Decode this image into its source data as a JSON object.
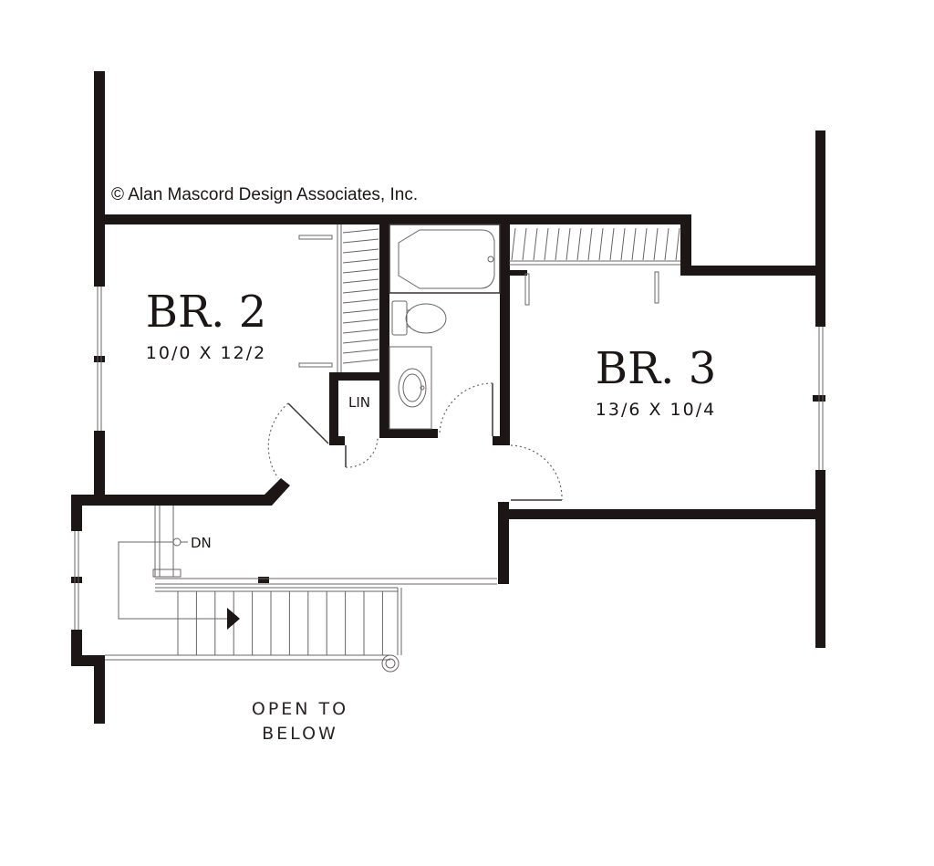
{
  "copyright": "© Alan Mascord Design Associates, Inc.",
  "rooms": {
    "br2": {
      "name": "BR. 2",
      "dims": "10/0 X 12/2"
    },
    "br3": {
      "name": "BR. 3",
      "dims": "13/6 X 10/4"
    }
  },
  "labels": {
    "linen": "LIN",
    "stairs_down": "DN",
    "open_line1": "OPEN TO",
    "open_line2": "BELOW"
  }
}
